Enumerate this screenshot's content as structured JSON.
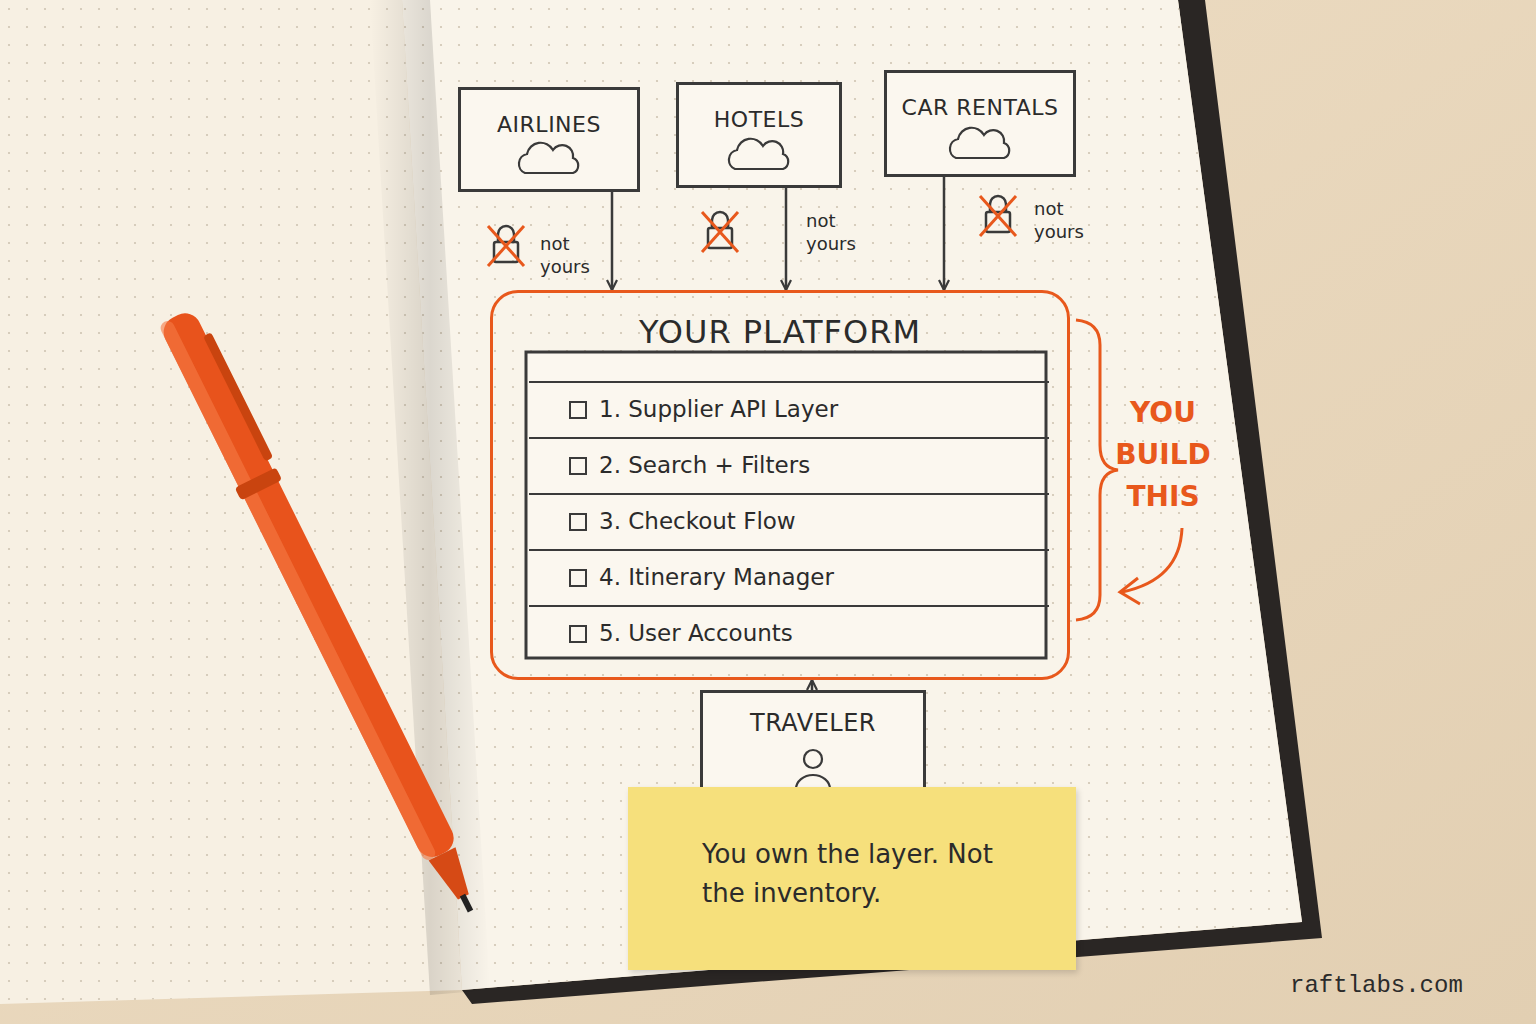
{
  "diagram": {
    "nodes": [
      {
        "text": [
          "AIRLINES"
        ]
      },
      {
        "text": [
          "HOTELS"
        ]
      },
      {
        "text": [
          "CAR RENTALS"
        ]
      },
      {
        "text": [
          "YOUR PLATFORM"
        ]
      },
      {
        "text": [
          "1. Supplier API Layer"
        ],
        "in": 3
      },
      {
        "text": [
          "2. Search + Filters"
        ],
        "in": 3
      },
      {
        "text": [
          "3. Checkout Flow"
        ],
        "in": 3
      },
      {
        "text": [
          "4. Itinerary Manager"
        ],
        "in": 3
      },
      {
        "text": [
          "5. User Accounts"
        ],
        "in": 3
      },
      {
        "text": [
          "TRAVELER"
        ]
      },
      {
        "text": [
          "You own the layer. Not the inventory."
        ]
      }
    ],
    "edges": [
      {
        "from": 0,
        "to": 3,
        "arrow": "to"
      },
      {
        "from": 1,
        "to": 3,
        "arrow": "to"
      },
      {
        "from": 2,
        "to": 3,
        "arrow": "to"
      },
      {
        "from": 9,
        "to": 3,
        "arrow": "to"
      }
    ],
    "labels": [
      "not yours",
      "not yours",
      "not yours",
      "YOU BUILD THIS",
      "raftlabs.com"
    ]
  }
}
